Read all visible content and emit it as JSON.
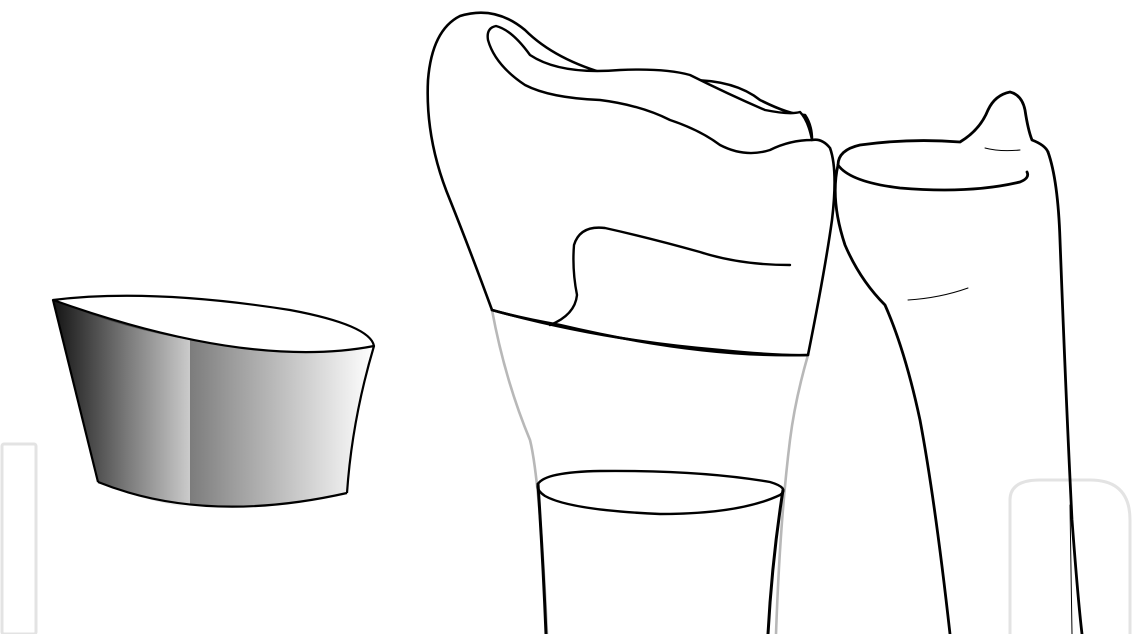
{
  "colors": {
    "background": "#ffffff",
    "outline": "#000000",
    "ghost_outline": "#b3b3b3",
    "watermark": "#e6e6e6",
    "shade_dark": "#1a1a1a",
    "shade_light": "#ffffff"
  },
  "figures": [
    {
      "name": "crown-preparation-shaded-cylinder"
    },
    {
      "name": "restored-tooth-with-ferrule"
    },
    {
      "name": "prepared-tooth-stump"
    }
  ]
}
